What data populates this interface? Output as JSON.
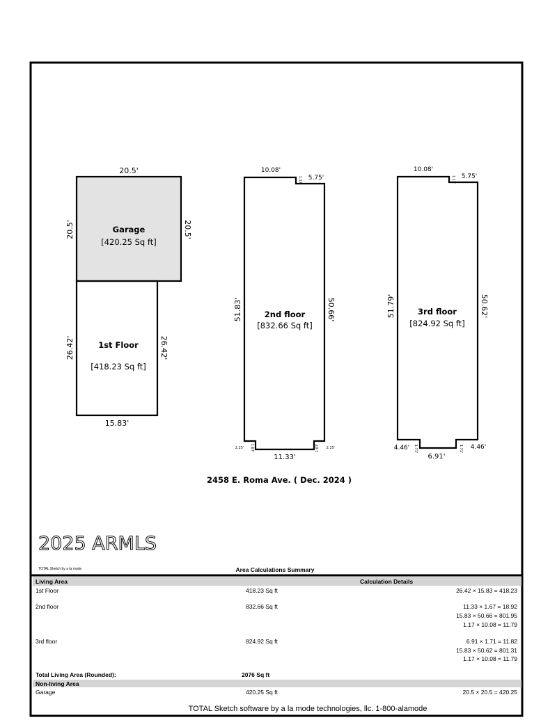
{
  "plan": {
    "garage": {
      "name": "Garage",
      "area": "[420.25 Sq ft]",
      "top": "20.5'",
      "left": "20.5'",
      "right": "20.5'"
    },
    "first_floor": {
      "name": "1st Floor",
      "area": "[418.23 Sq ft]",
      "left": "26.42'",
      "right": "26.42'",
      "bottom": "15.83'"
    },
    "second_floor": {
      "name": "2nd floor",
      "area": "[832.66 Sq ft]",
      "top_left": "10.08'",
      "step": "1.17'",
      "top_right": "5.75'",
      "left": "51.83'",
      "right": "50.66'",
      "bottom": "11.33'",
      "notch_w": "2.25'",
      "notch_h": "1.67'"
    },
    "third_floor": {
      "name": "3rd floor",
      "area": "[824.92 Sq ft]",
      "top_left": "10.08'",
      "step": "1.17'",
      "top_right": "5.75'",
      "left": "51.79'",
      "right": "50.62'",
      "bottom": "6.91'",
      "notch_w": "4.46'",
      "notch_h": "1.71'"
    },
    "address": "2458 E. Roma Ave. ( Dec. 2024 )",
    "garage_fill": "#e3e3e3"
  },
  "summary": {
    "credit_small": "TOTAL Sketch by a la mode",
    "title": "Area Calculations Summary",
    "living_header": "Living Area",
    "details_header": "Calculation Details",
    "rows": [
      {
        "label": "1st Floor",
        "area": "418.23 Sq ft",
        "calcs": [
          "26.42 × 15.83 = 418.23"
        ]
      },
      {
        "label": "2nd floor",
        "area": "832.66 Sq ft",
        "calcs": [
          "11.33 × 1.67 = 18.92",
          "15.83 × 50.66 = 801.95",
          "1.17 × 10.08 = 11.79"
        ]
      },
      {
        "label": "3rd floor",
        "area": "824.92 Sq ft",
        "calcs": [
          "6.91 × 1.71 = 11.82",
          "15.83 × 50.62 = 801.31",
          "1.17 × 10.08 = 11.79"
        ]
      }
    ],
    "total_label": "Total Living Area (Rounded):",
    "total_value": "2076 Sq ft",
    "nonliving_header": "Non-living Area",
    "nonliving_rows": [
      {
        "label": "Garage",
        "area": "420.25 Sq ft",
        "calcs": [
          "20.5 × 20.5 = 420.25"
        ]
      }
    ],
    "footer": "TOTAL Sketch software by a la mode technologies, llc. 1-800-alamode"
  },
  "watermark": "2025 ARMLS"
}
